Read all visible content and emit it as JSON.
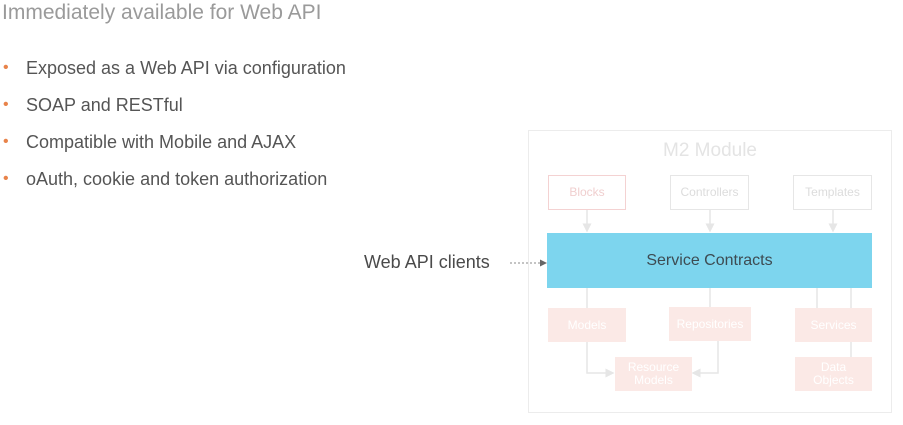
{
  "title": "Immediately available for Web API",
  "bullets": [
    "Exposed as a Web API via configuration",
    "SOAP and RESTful",
    "Compatible with Mobile and AJAX",
    "oAuth, cookie and token authorization"
  ],
  "bullet_marker": "•",
  "client_label": "Web API clients",
  "module": {
    "title": "M2 Module",
    "blocks": "Blocks",
    "controllers": "Controllers",
    "templates": "Templates",
    "service_contracts": "Service Contracts",
    "models": "Models",
    "repositories": "Repositories",
    "services": "Services",
    "resource_models_line1": "Resource",
    "resource_models_line2": "Models",
    "data_objects_line1": "Data",
    "data_objects_line2": "Objects"
  },
  "colors": {
    "accent_bullet": "#e8834a",
    "service_contracts": "#7dd5ee",
    "component_fill": "#fbe9e6"
  }
}
